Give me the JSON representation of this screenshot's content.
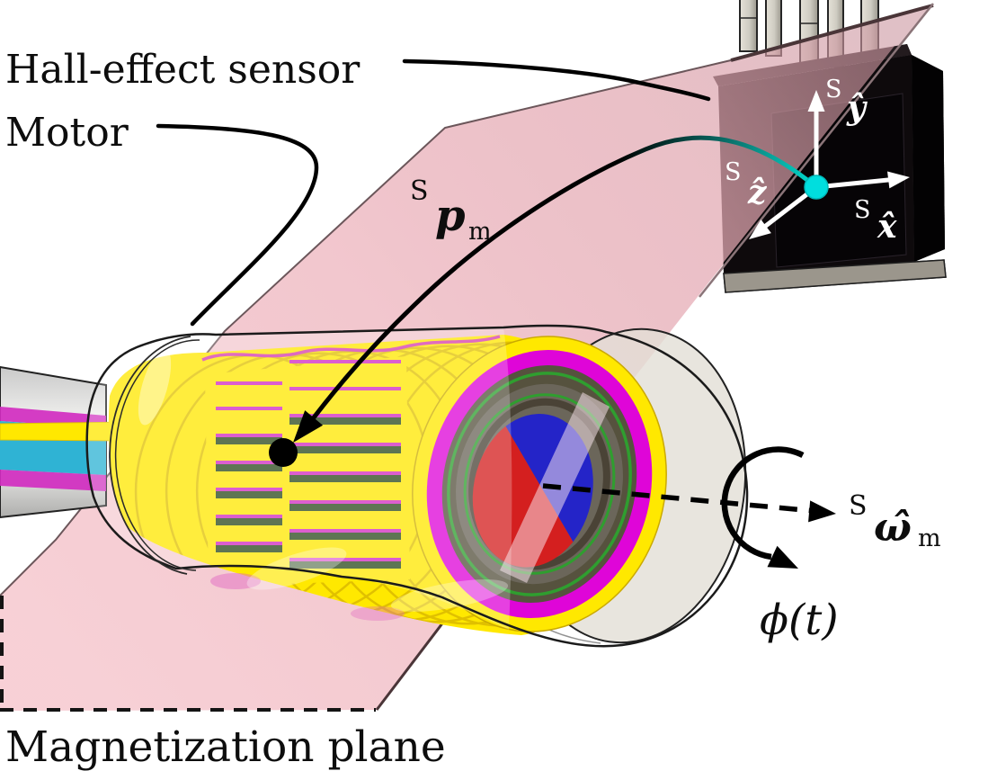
{
  "figure": {
    "annotations": {
      "hall_sensor_label": "Hall-effect sensor",
      "motor_label": "Motor",
      "magnetization_plane_label": "Magnetization plane",
      "rotation_angle_label": "ϕ(t)"
    },
    "math_labels": {
      "sensor_position": {
        "frame": "S",
        "symbol": "p",
        "subscript": "m"
      },
      "rotation_axis": {
        "frame": "S",
        "symbol": "ω̂",
        "subscript": "m"
      },
      "sensor_axis_x": {
        "frame": "S",
        "symbol": "x̂"
      },
      "sensor_axis_y": {
        "frame": "S",
        "symbol": "ŷ"
      },
      "sensor_axis_z": {
        "frame": "S",
        "symbol": "ẑ"
      }
    },
    "colors": {
      "plane_pink": "#f2c2ca",
      "coil_yellow": "#ffe800",
      "stripe_magenta": "#d12cc0",
      "stripe_green": "#2c4a1e",
      "ring_magenta": "#df05d8",
      "ring_green": "#2f9e2f",
      "wire_cyan": "#2fb3d4",
      "magnet_blue": "#2424c8",
      "magnet_red": "#d41f1f",
      "sensor_body": "#0e0a0c",
      "origin_marker_cyan": "#00dede"
    }
  }
}
